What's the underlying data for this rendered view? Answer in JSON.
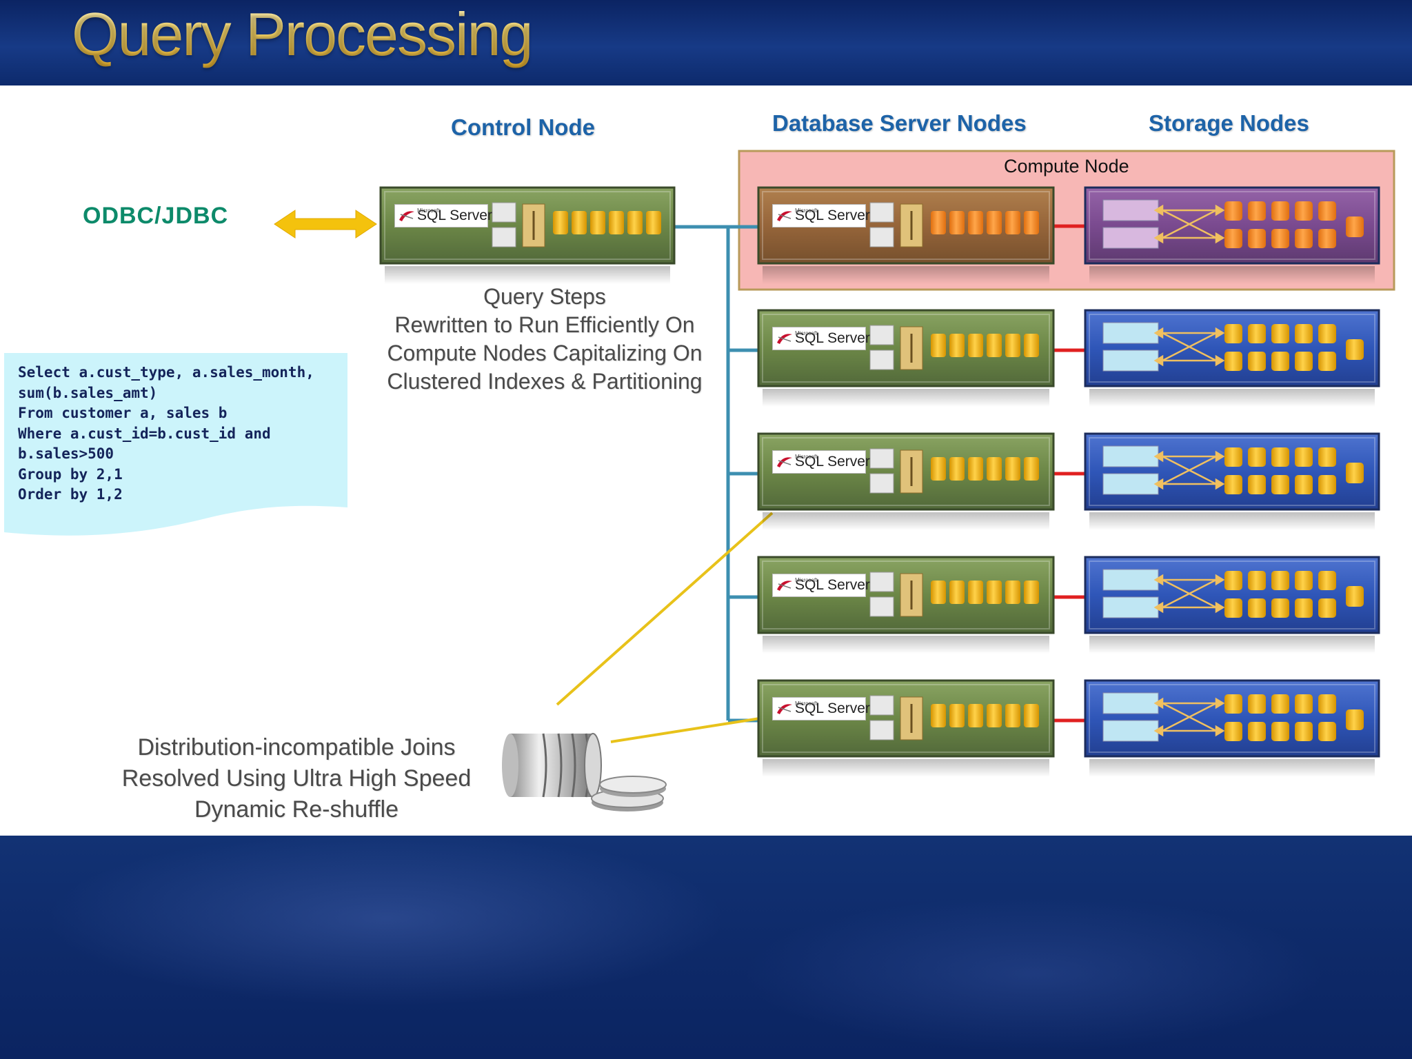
{
  "slide": {
    "title": "Query Processing"
  },
  "headers": {
    "control_node": "Control Node",
    "database_server_nodes": "Database Server Nodes",
    "storage_nodes": "Storage Nodes",
    "compute_node": "Compute Node"
  },
  "client": {
    "label": "ODBC/JDBC"
  },
  "query_steps": {
    "lines": [
      "Query Steps",
      "Rewritten to Run Efficiently On",
      "Compute Nodes Capitalizing On",
      "Clustered Indexes & Partitioning"
    ]
  },
  "sql_query": {
    "lines": [
      "Select a.cust_type, a.sales_month,",
      "sum(b.sales_amt)",
      "From customer a, sales b",
      "Where a.cust_id=b.cust_id and",
      "b.sales>500",
      "Group by 2,1",
      "Order by 1,2"
    ]
  },
  "reshuffle": {
    "lines": [
      "Distribution-incompatible Joins",
      "Resolved Using Ultra High Speed",
      "Dynamic Re-shuffle"
    ]
  },
  "server_badge": {
    "vendor": "Microsoft",
    "product": "SQL Server"
  },
  "colors": {
    "server_green": "#6f8a4a",
    "compute_orange": "#9c6a3a",
    "storage_purple": "#7a4a8f",
    "storage_blue": "#2f56b8",
    "disk_yellow": "#f0b400",
    "link_teal": "#3d8fb0",
    "link_red": "#e02020",
    "highlight_pink": "#f7b7b5"
  }
}
